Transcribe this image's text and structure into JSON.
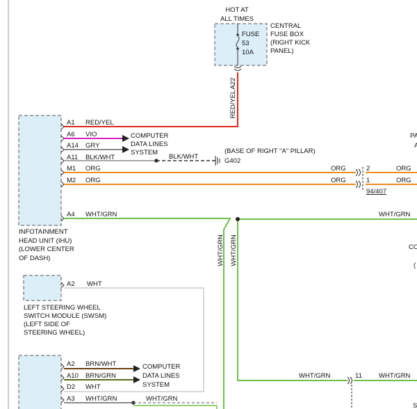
{
  "colors": {
    "red_yel": "#e2231a",
    "vio": "#d61fbe",
    "gry": "#8a8a8a",
    "blk": "#333333",
    "org": "#f08a1c",
    "wht_grn": "#6cc04a",
    "brn_wht": "#6b3e0f",
    "brn_grn": "#556b1e",
    "wht": "#d8d8d8",
    "component_fill": "#dceef8",
    "component_stroke": "#555555"
  },
  "fuse_box": {
    "hot_line1": "HOT AT",
    "hot_line2": "ALL TIMES",
    "fuse_label": "FUSE",
    "fuse_number": "53",
    "fuse_rating": "10A",
    "name_line1": "CENTRAL",
    "name_line2": "FUSE BOX",
    "name_line3": "(RIGHT KICK",
    "name_line4": "PANEL)",
    "pin": "A22",
    "wire_color": "RED/YEL"
  },
  "ihu": {
    "name_line1": "INFOTAINMENT",
    "name_line2": "HEAD UNIT (IHU)",
    "name_line3": "(LOWER CENTER",
    "name_line4": "OF DASH)",
    "pins": [
      {
        "pin": "A1",
        "wire": "RED/YEL"
      },
      {
        "pin": "A6",
        "wire": "VIO"
      },
      {
        "pin": "A14",
        "wire": "GRY"
      },
      {
        "pin": "A11",
        "wire": "BLK/WHT"
      },
      {
        "pin": "M1",
        "wire": "ORG"
      },
      {
        "pin": "M2",
        "wire": "ORG"
      },
      {
        "pin": "A4",
        "wire": "WHT/GRN"
      }
    ],
    "computer_data_1": "COMPUTER",
    "computer_data_2": "DATA LINES",
    "computer_data_3": "SYSTEM"
  },
  "ground": {
    "wire": "BLK/WHT",
    "location": "(BASE OF RIGHT \"A\" PILLAR)",
    "name": "G402"
  },
  "connector_94": {
    "m1_left": "ORG",
    "m1_pin": "2",
    "m1_right": "ORG",
    "m2_left": "ORG",
    "m2_pin": "1",
    "m2_right": "ORG",
    "name": "94/407"
  },
  "a4_line": {
    "right_label": "WHT/GRN",
    "vert_left": "WHT/GRN",
    "vert_right": "WHT/GRN"
  },
  "swsm": {
    "pin": "A2",
    "wire": "WHT",
    "name_line1": "LEFT STEERING WHEEL",
    "name_line2": "SWITCH MODULE (SWSM)",
    "name_line3": "(LEFT SIDE OF",
    "name_line4": "STEERING WHEEL)"
  },
  "lower_module": {
    "pins": [
      {
        "pin": "A2",
        "wire": "BRN/WHT"
      },
      {
        "pin": "A10",
        "wire": "BRN/GRN"
      },
      {
        "pin": "D2",
        "wire": "WHT"
      },
      {
        "pin": "A3",
        "wire": "WHT/GRN"
      }
    ],
    "computer_data_1": "COMPUTER",
    "computer_data_2": "DATA LINES",
    "computer_data_3": "SYSTEM",
    "a3_right": "WHT/GRN"
  },
  "connector_11": {
    "left": "WHT/GRN",
    "pin": "11",
    "right": "WHT/GRN"
  },
  "right_edge": {
    "pa": "PA",
    "a": "A",
    "co": "CO",
    "paren": "(",
    "s": "S"
  }
}
